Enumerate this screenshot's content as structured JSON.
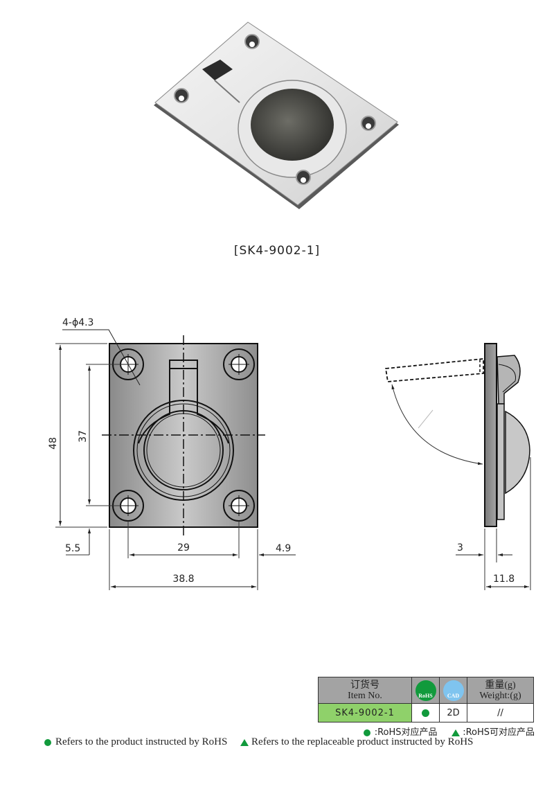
{
  "product": {
    "model_label": "[SK4-9002-1]",
    "photo_alt": "flush ring pull handle photo"
  },
  "drawing": {
    "front_view": {
      "hole_callout": "4-ϕ4.3",
      "dims": {
        "overall_height": "48",
        "hole_spacing_vertical": "37",
        "edge_offset_bottom": "5.5",
        "hole_spacing_horizontal": "29",
        "edge_offset_right": "4.9",
        "overall_width": "38.8"
      }
    },
    "side_view": {
      "dims": {
        "plate_thickness": "3",
        "overall_depth": "11.8"
      }
    }
  },
  "spec_table": {
    "headers": {
      "item_cn": "订货号",
      "item_en": "Item No.",
      "rohs_badge": "RoHS",
      "cad_badge": "CAD",
      "weight_cn": "重量(g)",
      "weight_en": "Weight:(g)"
    },
    "rows": [
      {
        "item_no": "SK4-9002-1",
        "rohs": "●",
        "cad": "2D",
        "weight": "//"
      }
    ],
    "colors": {
      "header_bg": "#a3a3a3",
      "item_bg": "#8fd16a",
      "rohs_green": "#119a3c",
      "cad_blue": "#7fc4ef"
    }
  },
  "legend": {
    "cn_rohs": ":RoHS对应产品",
    "cn_replaceable": ":RoHS可对应产品",
    "en_rohs": "Refers to the product instructed by RoHS",
    "en_replaceable": "Refers to the replaceable product instructed by RoHS"
  }
}
